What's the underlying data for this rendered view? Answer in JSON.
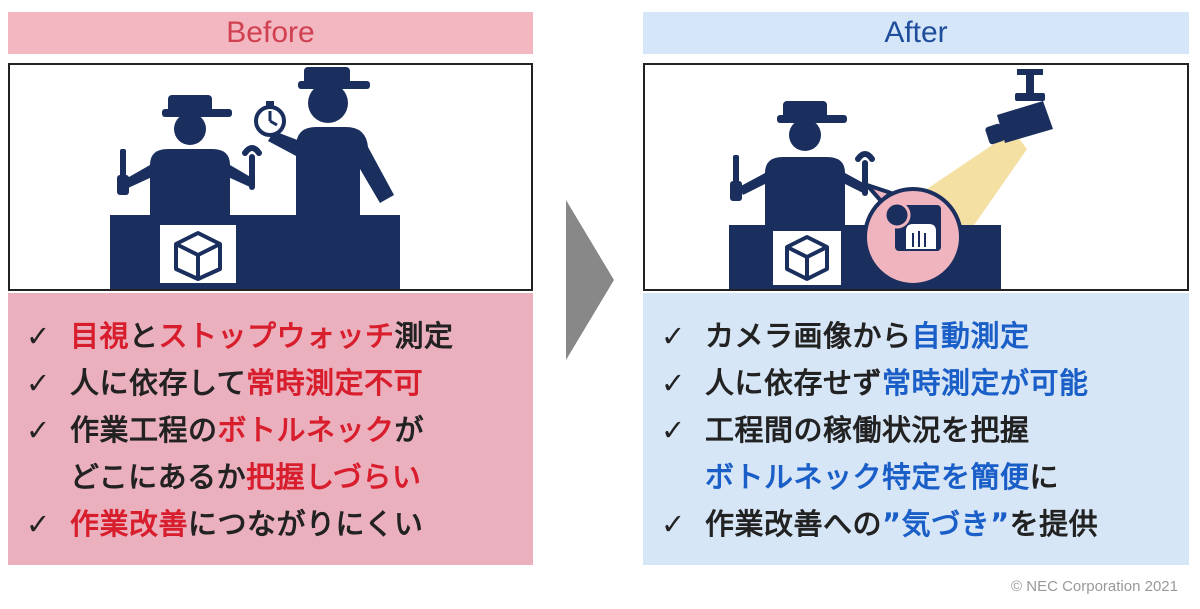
{
  "before": {
    "header": "Before",
    "items": [
      {
        "segments": [
          {
            "text": "目視",
            "hl": true
          },
          {
            "text": "と",
            "hl": false
          },
          {
            "text": "ストップウォッチ",
            "hl": true
          },
          {
            "text": "測定",
            "hl": false
          }
        ]
      },
      {
        "segments": [
          {
            "text": "人に依存して",
            "hl": false
          },
          {
            "text": "常時測定不可",
            "hl": true
          }
        ]
      },
      {
        "segments": [
          {
            "text": "作業工程の",
            "hl": false
          },
          {
            "text": "ボトルネック",
            "hl": true
          },
          {
            "text": "が",
            "hl": false
          }
        ]
      },
      {
        "continuation": true,
        "segments": [
          {
            "text": "どこにあるか",
            "hl": false
          },
          {
            "text": "把握しづらい",
            "hl": true
          }
        ]
      },
      {
        "segments": [
          {
            "text": "作業改善",
            "hl": true
          },
          {
            "text": "につながりにくい",
            "hl": false
          }
        ]
      }
    ]
  },
  "after": {
    "header": "After",
    "items": [
      {
        "segments": [
          {
            "text": "カメラ画像から",
            "hl": false
          },
          {
            "text": "自動測定",
            "hl": true
          }
        ]
      },
      {
        "segments": [
          {
            "text": "人に依存せず",
            "hl": false
          },
          {
            "text": "常時測定が可能",
            "hl": true
          }
        ]
      },
      {
        "segments": [
          {
            "text": "工程間の稼働状況を把握",
            "hl": false
          }
        ]
      },
      {
        "continuation": true,
        "segments": [
          {
            "text": "ボトルネック特定を簡便",
            "hl": true
          },
          {
            "text": "に",
            "hl": false
          }
        ]
      },
      {
        "segments": [
          {
            "text": "作業改善への",
            "hl": false
          },
          {
            "text": "”気づき”",
            "hl": true
          },
          {
            "text": "を提供",
            "hl": false
          }
        ]
      }
    ]
  },
  "check_mark": "✓",
  "copyright": "© NEC Corporation 2021",
  "colors": {
    "navy": "#1b2f5e",
    "before_header_bg": "#f2b7c1",
    "before_list_bg": "#eab0be",
    "after_header_bg": "#d5e6f8",
    "after_list_bg": "#d7e6f6",
    "highlight_red": "#d81e2c",
    "highlight_blue": "#1a5ec8",
    "arrow_gray": "#888888"
  },
  "icons": [
    "worker-icon",
    "stopwatch-icon",
    "box-icon",
    "camera-icon",
    "hand-detection-icon",
    "wrench-icon",
    "screwdriver-icon"
  ]
}
